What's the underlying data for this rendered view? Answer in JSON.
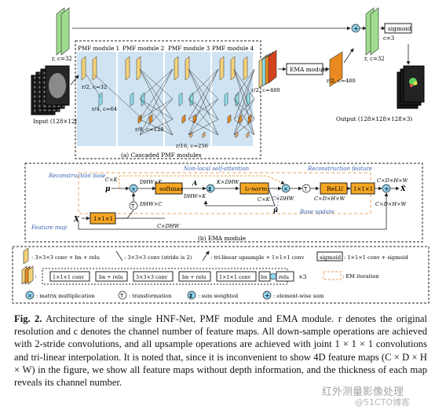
{
  "top": {
    "input_label": "Input (128×128×128×4)",
    "output_label": "Output (128×128×128×3)",
    "res_r_c32": "r, c=32",
    "res_r2_c32": "r/2, c=32",
    "res_r4_c64": "r/4, c=64",
    "res_r8_c128": "r/8, c=128",
    "res_r16_c256": "r/16, c=256",
    "res_r2_c480": "r/2, c=480",
    "res_r2_c480b": "r/2, c=480",
    "res_r_c32_out": "r, c=32",
    "res_c3": "c=3",
    "pmf_modules": [
      "PMF module 1",
      "PMF module 2",
      "PMF module 3",
      "PMF module 4"
    ],
    "ema_module": "EMA module",
    "sigmoid": "sigmoid",
    "cascaded_caption": "(a) Cascaded PMF modules"
  },
  "ema": {
    "reconstruction_base": "Reconstruction base",
    "nonlocal": "Non-local self-attention",
    "reconstruction_feature": "Reconstruction feature",
    "base_update": "Base update",
    "feature_map": "Feature map",
    "softmax": "softmax",
    "l2norm": "l₂-norm",
    "relu": "ReLU",
    "conv111": "1×1×1",
    "conv111_b": "1×1×1",
    "mu": "μ",
    "mu_hat": "μ̂",
    "A": "A",
    "X": "X",
    "X_tilde": "X̃",
    "cxk": "C×K",
    "dhwxk": "DHW×K",
    "dhwxk2": "DHW×K",
    "kxdhw": "K×DHW",
    "cxk2": "C×K",
    "cxdhw": "C×DHW",
    "cxdxhxw": "C×D×H×W",
    "cxdxhxw2": "C×D×H×W",
    "dhwxc": "DHW×C",
    "cxdhw2": "C×DHW",
    "cxdxhxw3": "C×D×H×W",
    "caption": "(b) EMA module"
  },
  "legend": {
    "row1": {
      "conv3_label": ": 3×3×3 conv + bn + relu",
      "conv3s2_label": ": 3×3×3 conv (stride is 2)",
      "upsample_label": ": tri-linear upsample + 1×1×1 conv",
      "sigmoid_box": "sigmoid",
      "sigmoid_label": ": 1×1×1 conv + sigmoid"
    },
    "row2": {
      "b1": "1×1×1 conv",
      "b2": "bn + relu",
      "b3": "3×3×3 conv",
      "b4": "bn + relu",
      "b5": "1×1×1 conv",
      "b6": "bn",
      "b7": "relu",
      "times3": "×3",
      "em_iter": ": EM iteration"
    },
    "row3": {
      "x_label": ": matrix multiplication",
      "t_label": ": transformation",
      "s_label": ": sum weighted",
      "p_label": ": element-wise sum"
    }
  },
  "caption": {
    "fig": "Fig. 2.",
    "text": " Architecture of the single HNF-Net, PMF module and EMA module. r denotes the original resolution and c denotes the channel number of feature maps. All down-sample operations are achieved with 2-stride convolutions, and all upsample operations are achieved with joint 1 × 1 × 1 convolutions and tri-linear interpolation. It is noted that, since it is inconvenient to show 4D feature maps (C × D × H × W) in the figure, we show all feature maps without depth information, and the thickness of each map reveals its channel number."
  },
  "watermark": {
    "line1": "红外测量影像处理",
    "line2": "@51CTO博客"
  },
  "colors": {
    "yellow": "#f5d37a",
    "orange": "#e88a1f",
    "cyan": "#8fe0ea",
    "green": "#9fdc8f",
    "pmf_bg": "#cfe3f2"
  }
}
